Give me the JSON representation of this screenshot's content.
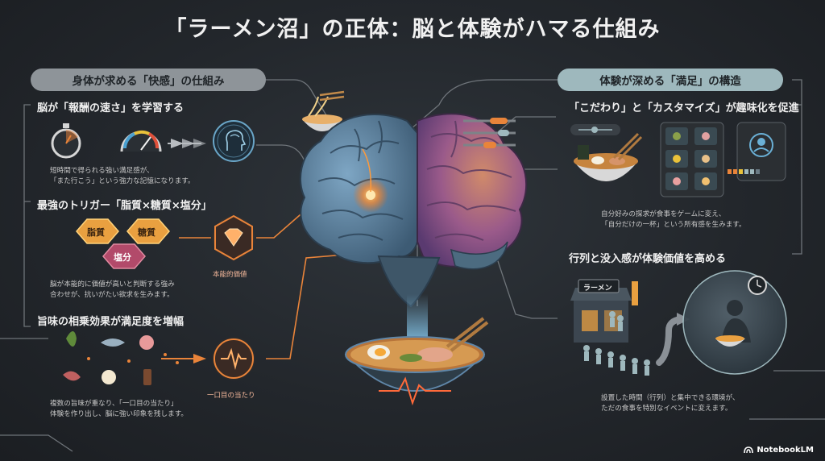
{
  "title": "「ラーメン沼」の正体：脳と体験がハマる仕組み",
  "left": {
    "header": "身体が求める「快感」の仕組み",
    "sections": [
      {
        "heading": "脳が「報酬の速さ」を学習する",
        "text": [
          "短時間で得られる強い満足感が、",
          "「また行こう」という強力な記憶になります。"
        ]
      },
      {
        "heading": "最強のトリガー「脂質×糖質×塩分」",
        "hex": [
          "脂質",
          "糖質",
          "塩分"
        ],
        "label": "本能的価値",
        "text": [
          "脳が本能的に価値が高いと判断する強み",
          "合わせが、抗いがたい欲求を生みます。"
        ]
      },
      {
        "heading": "旨味の相乗効果が満足度を増幅",
        "label": "一口目の当たり",
        "text": [
          "複数の旨味が重なり、「一口目の当たり」",
          "体験を作り出し、脳に強い印象を残します。"
        ]
      }
    ]
  },
  "right": {
    "header": "体験が深める「満足」の構造",
    "sections": [
      {
        "heading": "「こだわり」と「カスタマイズ」が趣味化を促進",
        "text": [
          "自分好みの探求が食事をゲームに変え、",
          "「自分だけの一杯」という所有感を生みます。"
        ]
      },
      {
        "heading": "行列と没入感が体験価値を高める",
        "sign": "ラーメン",
        "text": [
          "設置した時間（行列）と集中できる環境が、",
          "ただの食事を特別なイベントに変えます。"
        ]
      }
    ]
  },
  "brand": "NotebookLM",
  "colors": {
    "accent_orange": "#e9843a",
    "line_gray": "#7d8388",
    "brain_blue": "#5f86a8",
    "brain_purple": "#8d5c92"
  }
}
